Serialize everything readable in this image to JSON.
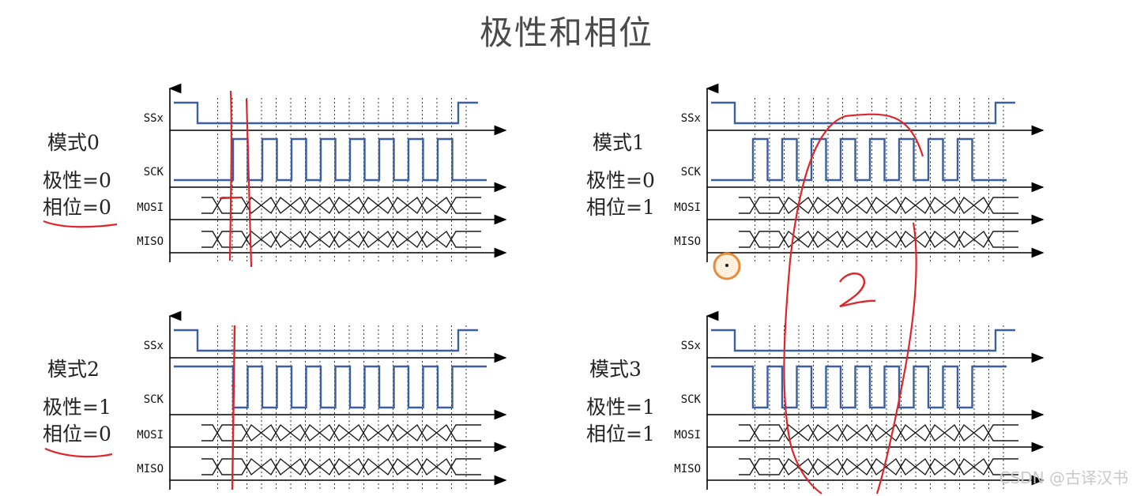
{
  "title": "极性和相位",
  "signal_names": [
    "SSx",
    "SCK",
    "MOSI",
    "MISO"
  ],
  "colors": {
    "clock_trace": "#3a5fa0",
    "data_trace": "#1a1a1a",
    "annotation": "#e0242a",
    "cursor_ring": "#e88a3a"
  },
  "modes": [
    {
      "name": "模式0",
      "polarity": "极性=0",
      "phase": "相位=0",
      "cpol": 0,
      "cpha": 0
    },
    {
      "name": "模式1",
      "polarity": "极性=0",
      "phase": "相位=1",
      "cpol": 0,
      "cpha": 1
    },
    {
      "name": "模式2",
      "polarity": "极性=1",
      "phase": "相位=0",
      "cpol": 1,
      "cpha": 0
    },
    {
      "name": "模式3",
      "polarity": "极性=1",
      "phase": "相位=1",
      "cpol": 1,
      "cpha": 1
    }
  ],
  "clock_pulses": 8,
  "handwritten_annotation": "2",
  "watermark": "CSDN @古译汉书"
}
